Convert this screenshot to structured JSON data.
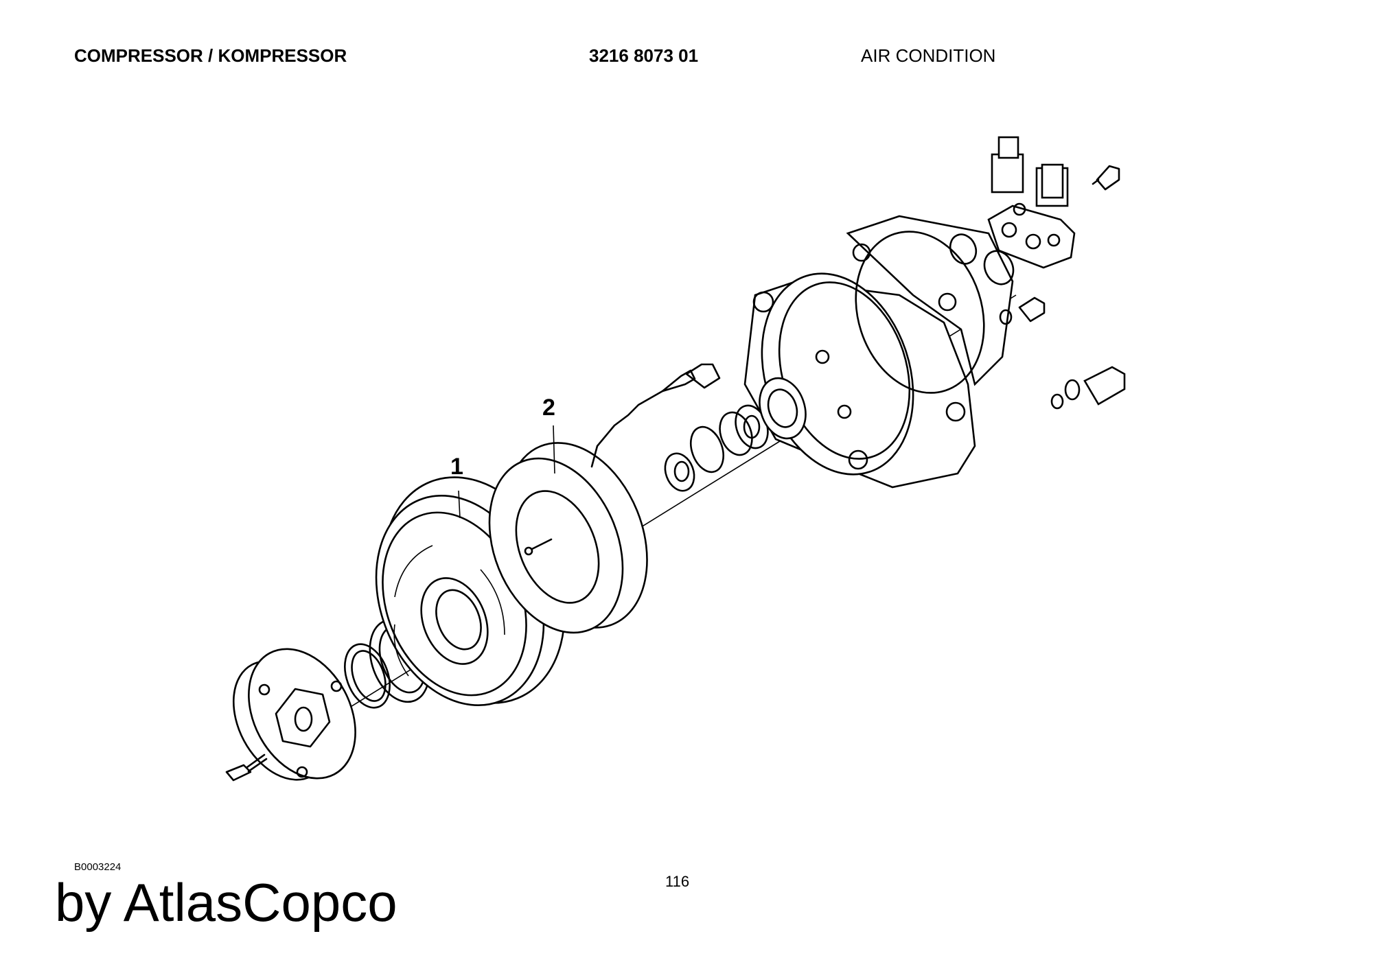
{
  "header": {
    "title": "COMPRESSOR / KOMPRESSOR",
    "part_number": "3216 8073 01",
    "section": "AIR CONDITION"
  },
  "callouts": [
    "1",
    "2"
  ],
  "footer": {
    "doc_id": "B0003224",
    "page_number": "116",
    "brand": "by AtlasCopco"
  }
}
